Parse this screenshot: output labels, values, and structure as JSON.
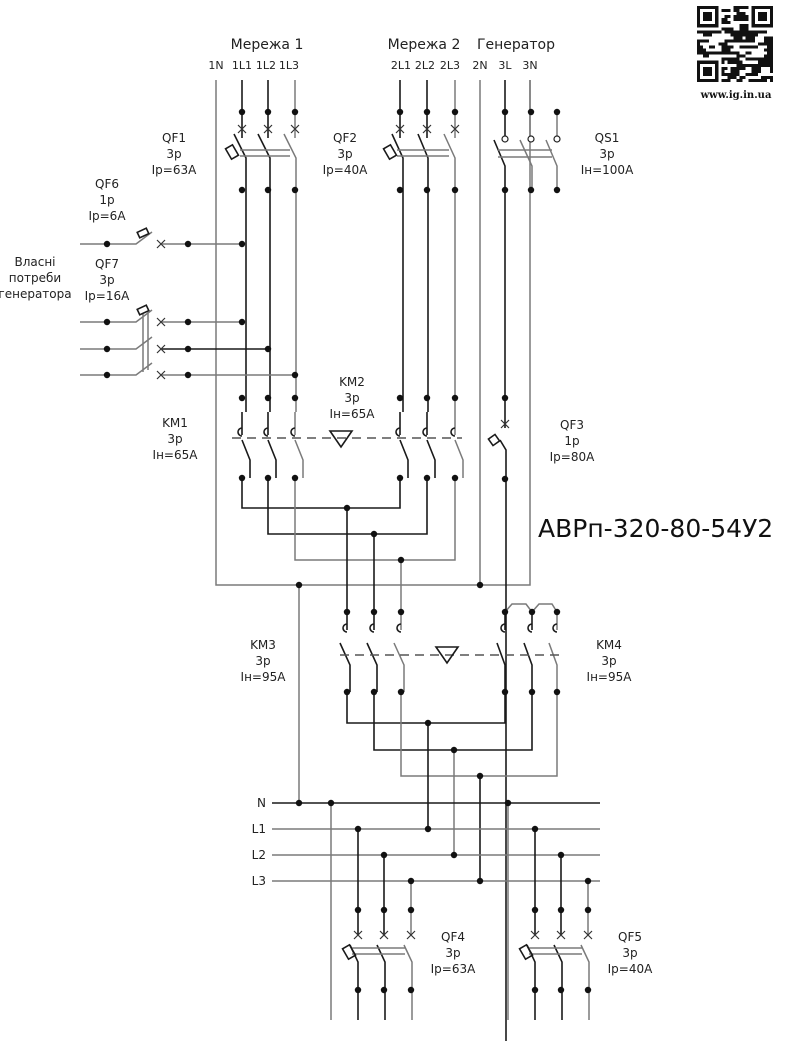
{
  "header": {
    "source1": "Мережа 1",
    "source2": "Мережа 2",
    "generator": "Генератор",
    "terminals": [
      "1N",
      "1L1",
      "1L2",
      "1L3",
      "2L1",
      "2L2",
      "2L3",
      "2N",
      "3L",
      "3N"
    ]
  },
  "brand": {
    "url": "www.ig.in.ua",
    "qr_icon": "qr-code-icon"
  },
  "model": "АВРп-320-80-54У2",
  "own_needs_label": [
    "Власні",
    "потреби",
    "генератора"
  ],
  "devices": {
    "QF1": {
      "name": "QF1",
      "poles": "3р",
      "rating": "Iр=63А"
    },
    "QF2": {
      "name": "QF2",
      "poles": "3р",
      "rating": "Iр=40А"
    },
    "QS1": {
      "name": "QS1",
      "poles": "3р",
      "rating": "Iн=100А"
    },
    "QF6": {
      "name": "QF6",
      "poles": "1р",
      "rating": "Iр=6А"
    },
    "QF7": {
      "name": "QF7",
      "poles": "3р",
      "rating": "Iр=16А"
    },
    "KM1": {
      "name": "KM1",
      "poles": "3р",
      "rating": "Iн=65А"
    },
    "KM2": {
      "name": "KM2",
      "poles": "3р",
      "rating": "Iн=65А"
    },
    "QF3": {
      "name": "QF3",
      "poles": "1р",
      "rating": "Iр=80А"
    },
    "KM3": {
      "name": "KM3",
      "poles": "3р",
      "rating": "Iн=95А"
    },
    "KM4": {
      "name": "KM4",
      "poles": "3р",
      "rating": "Iн=95А"
    },
    "QF4": {
      "name": "QF4",
      "poles": "3р",
      "rating": "Iр=63А"
    },
    "QF5": {
      "name": "QF5",
      "poles": "3р",
      "rating": "Iр=40А"
    }
  },
  "buses": [
    "N",
    "L1",
    "L2",
    "L3"
  ]
}
